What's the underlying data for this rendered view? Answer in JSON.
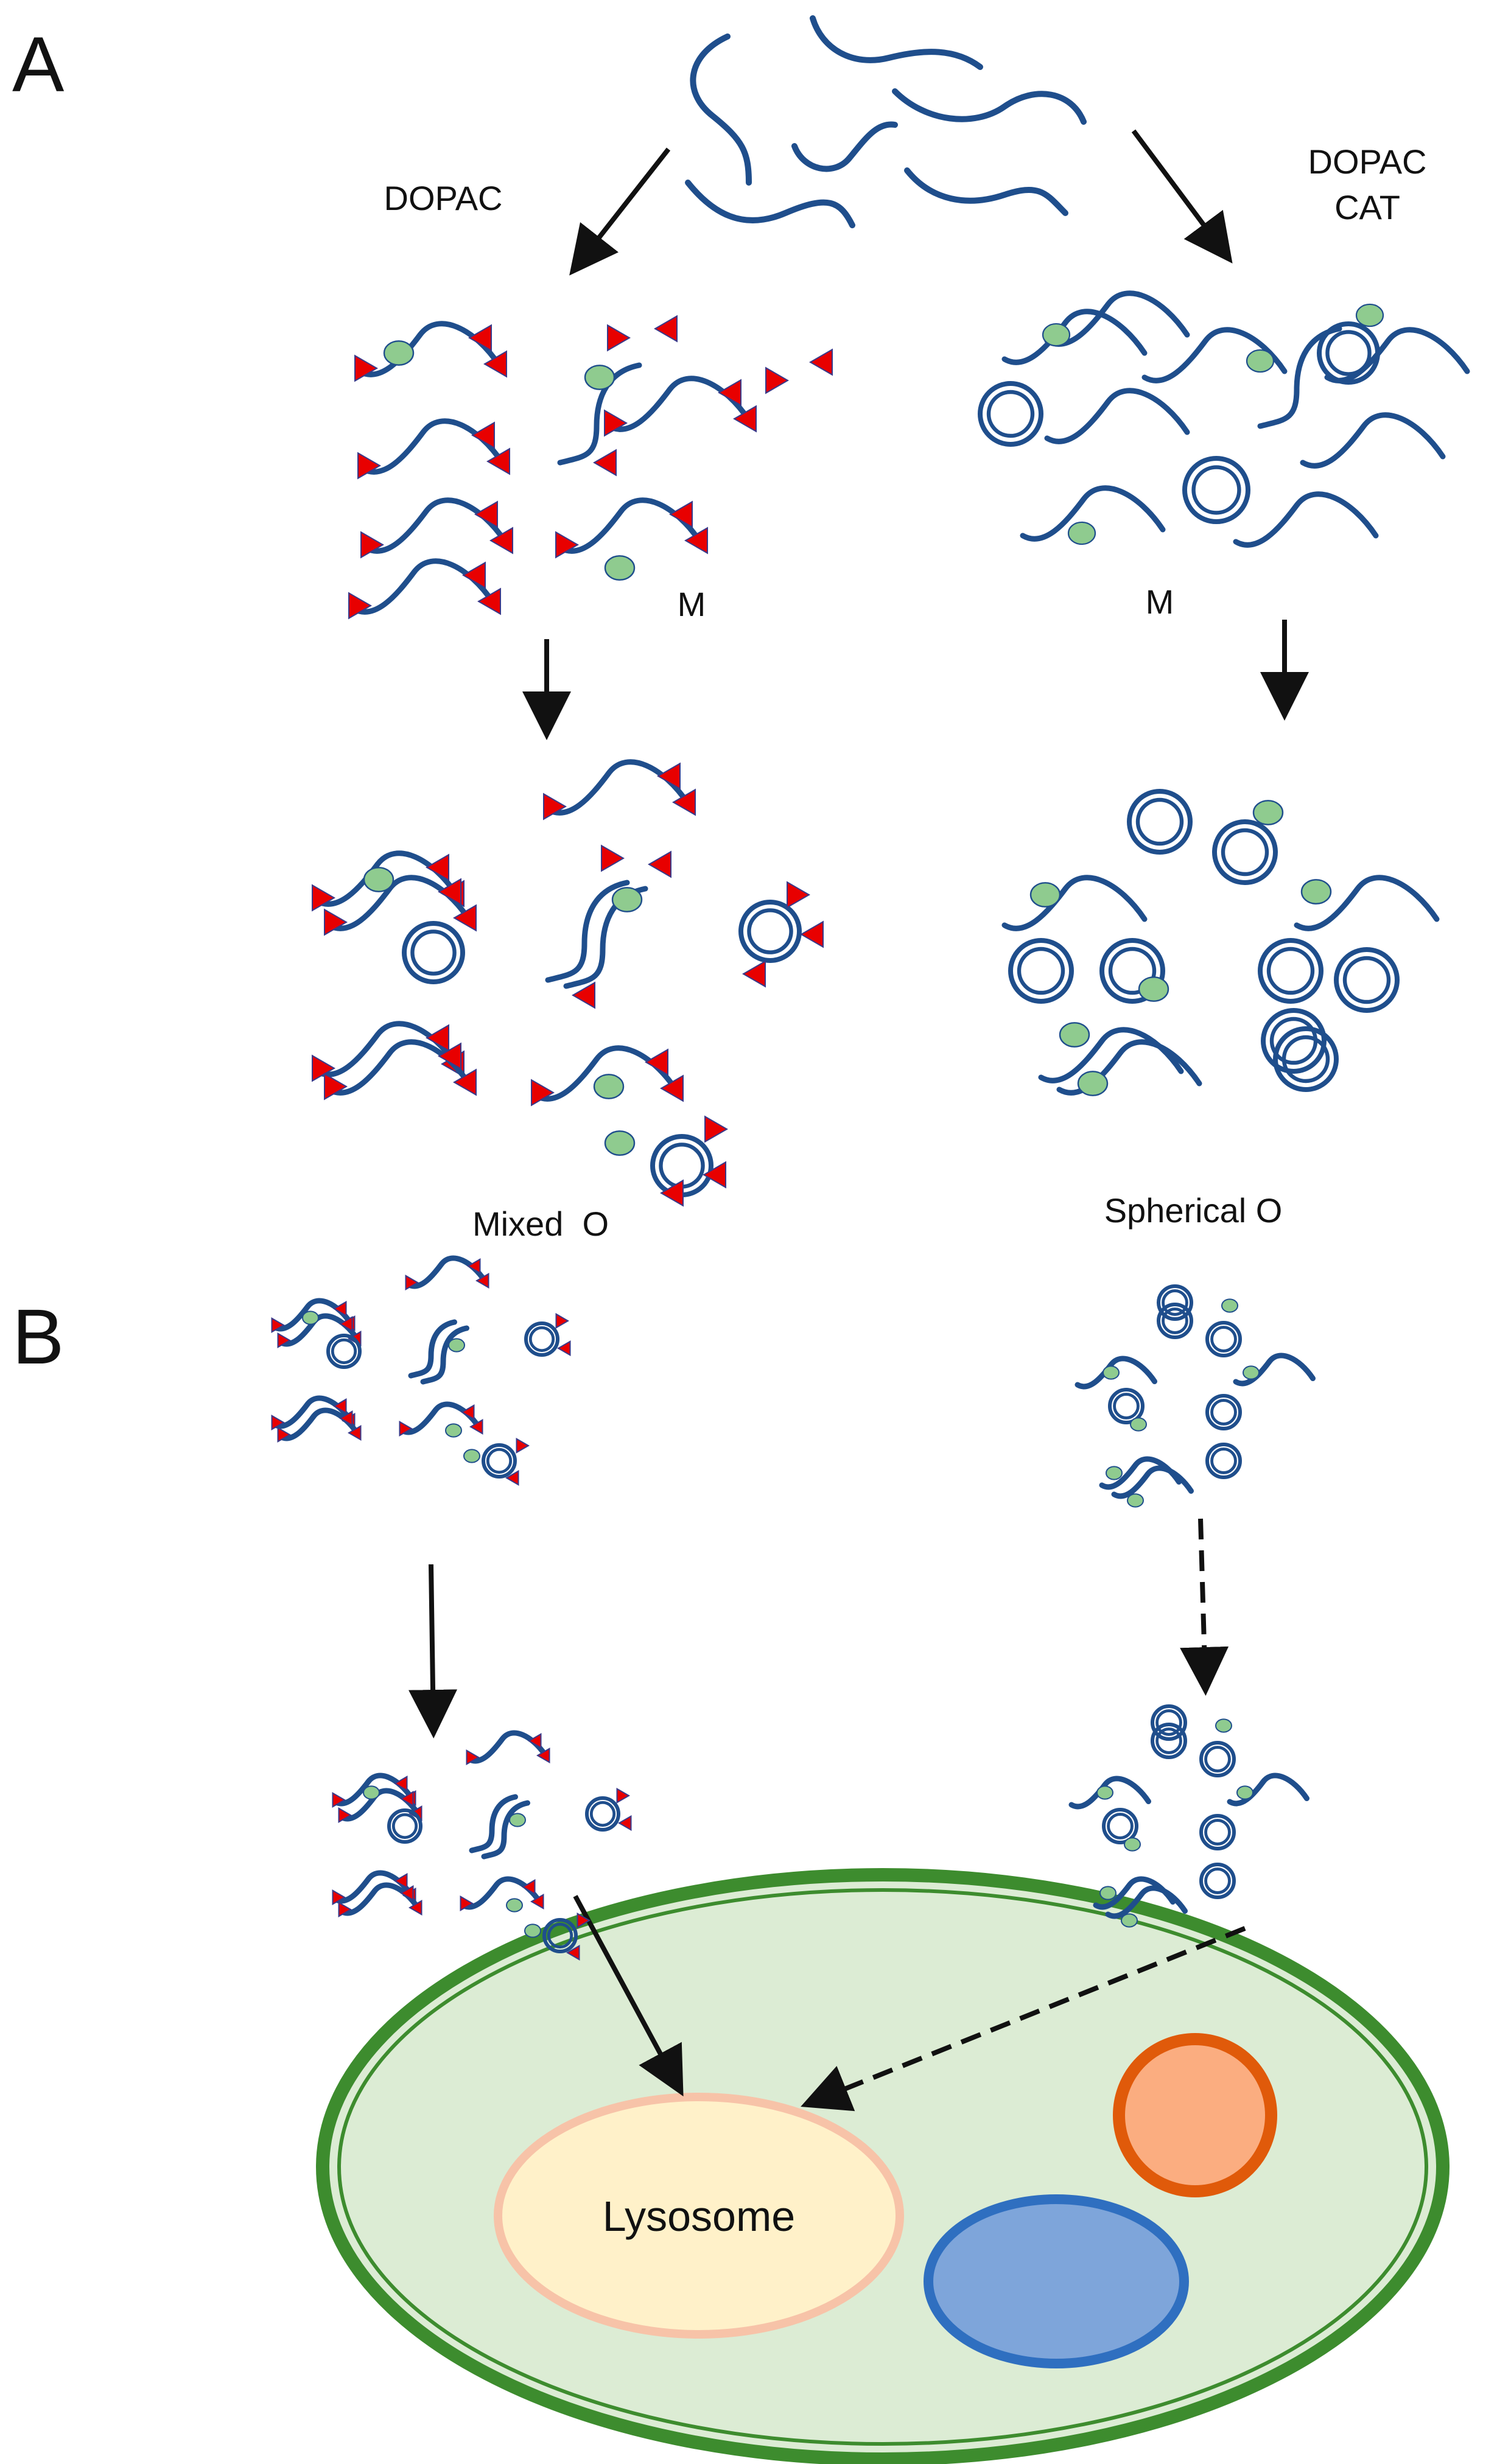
{
  "panels": {
    "a": "A",
    "b": "B"
  },
  "treatments": {
    "left": "DOPAC",
    "right_line1": "DOPAC",
    "right_line2": "CAT"
  },
  "states": {
    "left_m": "M",
    "right_m": "M",
    "left_o": "Mixed  O",
    "right_o": "Spherical O"
  },
  "cell": {
    "organelle_label": "Lysosome"
  },
  "colors": {
    "strand": "#1f4e8c",
    "dopac_marker": "#e80000",
    "green_blob": "#8fcb8f",
    "cell_membrane": "#3d8c2e",
    "cell_fill": "#dcecd4",
    "lysosome_fill": "#fff1c9",
    "lysosome_border": "#f7c3a8",
    "orange_organelle": "#fbad80",
    "orange_border": "#e05a0a",
    "blue_organelle": "#7ea5da",
    "blue_border": "#2f6fc0"
  }
}
